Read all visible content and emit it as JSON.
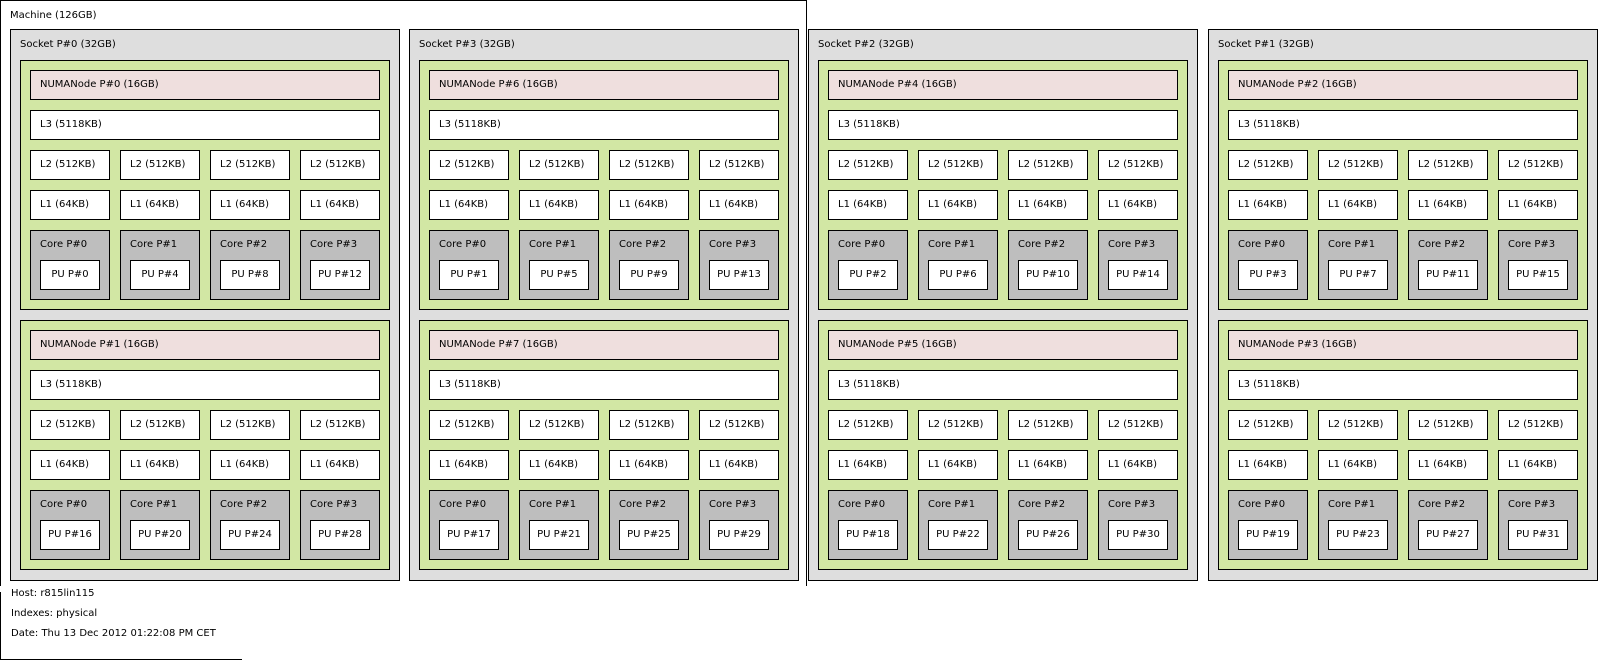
{
  "machine": {
    "title": "Machine (126GB)"
  },
  "sockets": [
    {
      "label": "Socket P#0 (32GB)",
      "numa": [
        {
          "label": "NUMANode P#0 (16GB)",
          "l3": "L3 (5118KB)",
          "l2": [
            "L2 (512KB)",
            "L2 (512KB)",
            "L2 (512KB)",
            "L2 (512KB)"
          ],
          "l1": [
            "L1 (64KB)",
            "L1 (64KB)",
            "L1 (64KB)",
            "L1 (64KB)"
          ],
          "cores": [
            {
              "label": "Core P#0",
              "pu": "PU P#0"
            },
            {
              "label": "Core P#1",
              "pu": "PU P#4"
            },
            {
              "label": "Core P#2",
              "pu": "PU P#8"
            },
            {
              "label": "Core P#3",
              "pu": "PU P#12"
            }
          ]
        },
        {
          "label": "NUMANode P#1 (16GB)",
          "l3": "L3 (5118KB)",
          "l2": [
            "L2 (512KB)",
            "L2 (512KB)",
            "L2 (512KB)",
            "L2 (512KB)"
          ],
          "l1": [
            "L1 (64KB)",
            "L1 (64KB)",
            "L1 (64KB)",
            "L1 (64KB)"
          ],
          "cores": [
            {
              "label": "Core P#0",
              "pu": "PU P#16"
            },
            {
              "label": "Core P#1",
              "pu": "PU P#20"
            },
            {
              "label": "Core P#2",
              "pu": "PU P#24"
            },
            {
              "label": "Core P#3",
              "pu": "PU P#28"
            }
          ]
        }
      ]
    },
    {
      "label": "Socket P#3 (32GB)",
      "numa": [
        {
          "label": "NUMANode P#6 (16GB)",
          "l3": "L3 (5118KB)",
          "l2": [
            "L2 (512KB)",
            "L2 (512KB)",
            "L2 (512KB)",
            "L2 (512KB)"
          ],
          "l1": [
            "L1 (64KB)",
            "L1 (64KB)",
            "L1 (64KB)",
            "L1 (64KB)"
          ],
          "cores": [
            {
              "label": "Core P#0",
              "pu": "PU P#1"
            },
            {
              "label": "Core P#1",
              "pu": "PU P#5"
            },
            {
              "label": "Core P#2",
              "pu": "PU P#9"
            },
            {
              "label": "Core P#3",
              "pu": "PU P#13"
            }
          ]
        },
        {
          "label": "NUMANode P#7 (16GB)",
          "l3": "L3 (5118KB)",
          "l2": [
            "L2 (512KB)",
            "L2 (512KB)",
            "L2 (512KB)",
            "L2 (512KB)"
          ],
          "l1": [
            "L1 (64KB)",
            "L1 (64KB)",
            "L1 (64KB)",
            "L1 (64KB)"
          ],
          "cores": [
            {
              "label": "Core P#0",
              "pu": "PU P#17"
            },
            {
              "label": "Core P#1",
              "pu": "PU P#21"
            },
            {
              "label": "Core P#2",
              "pu": "PU P#25"
            },
            {
              "label": "Core P#3",
              "pu": "PU P#29"
            }
          ]
        }
      ]
    },
    {
      "label": "Socket P#2 (32GB)",
      "numa": [
        {
          "label": "NUMANode P#4 (16GB)",
          "l3": "L3 (5118KB)",
          "l2": [
            "L2 (512KB)",
            "L2 (512KB)",
            "L2 (512KB)",
            "L2 (512KB)"
          ],
          "l1": [
            "L1 (64KB)",
            "L1 (64KB)",
            "L1 (64KB)",
            "L1 (64KB)"
          ],
          "cores": [
            {
              "label": "Core P#0",
              "pu": "PU P#2"
            },
            {
              "label": "Core P#1",
              "pu": "PU P#6"
            },
            {
              "label": "Core P#2",
              "pu": "PU P#10"
            },
            {
              "label": "Core P#3",
              "pu": "PU P#14"
            }
          ]
        },
        {
          "label": "NUMANode P#5 (16GB)",
          "l3": "L3 (5118KB)",
          "l2": [
            "L2 (512KB)",
            "L2 (512KB)",
            "L2 (512KB)",
            "L2 (512KB)"
          ],
          "l1": [
            "L1 (64KB)",
            "L1 (64KB)",
            "L1 (64KB)",
            "L1 (64KB)"
          ],
          "cores": [
            {
              "label": "Core P#0",
              "pu": "PU P#18"
            },
            {
              "label": "Core P#1",
              "pu": "PU P#22"
            },
            {
              "label": "Core P#2",
              "pu": "PU P#26"
            },
            {
              "label": "Core P#3",
              "pu": "PU P#30"
            }
          ]
        }
      ]
    },
    {
      "label": "Socket P#1 (32GB)",
      "numa": [
        {
          "label": "NUMANode P#2 (16GB)",
          "l3": "L3 (5118KB)",
          "l2": [
            "L2 (512KB)",
            "L2 (512KB)",
            "L2 (512KB)",
            "L2 (512KB)"
          ],
          "l1": [
            "L1 (64KB)",
            "L1 (64KB)",
            "L1 (64KB)",
            "L1 (64KB)"
          ],
          "cores": [
            {
              "label": "Core P#0",
              "pu": "PU P#3"
            },
            {
              "label": "Core P#1",
              "pu": "PU P#7"
            },
            {
              "label": "Core P#2",
              "pu": "PU P#11"
            },
            {
              "label": "Core P#3",
              "pu": "PU P#15"
            }
          ]
        },
        {
          "label": "NUMANode P#3 (16GB)",
          "l3": "L3 (5118KB)",
          "l2": [
            "L2 (512KB)",
            "L2 (512KB)",
            "L2 (512KB)",
            "L2 (512KB)"
          ],
          "l1": [
            "L1 (64KB)",
            "L1 (64KB)",
            "L1 (64KB)",
            "L1 (64KB)"
          ],
          "cores": [
            {
              "label": "Core P#0",
              "pu": "PU P#19"
            },
            {
              "label": "Core P#1",
              "pu": "PU P#23"
            },
            {
              "label": "Core P#2",
              "pu": "PU P#27"
            },
            {
              "label": "Core P#3",
              "pu": "PU P#31"
            }
          ]
        }
      ]
    }
  ],
  "info": {
    "host": "Host: r815lin115",
    "indexes": "Indexes: physical",
    "date": "Date: Thu 13 Dec 2012 01:22:08 PM CET"
  },
  "colors": {
    "socket": "#dedede",
    "numa_container": "#d2e7a4",
    "numa_node": "#efdfde",
    "cache": "#ffffff",
    "core": "#bebebe",
    "pu": "#ffffff"
  }
}
